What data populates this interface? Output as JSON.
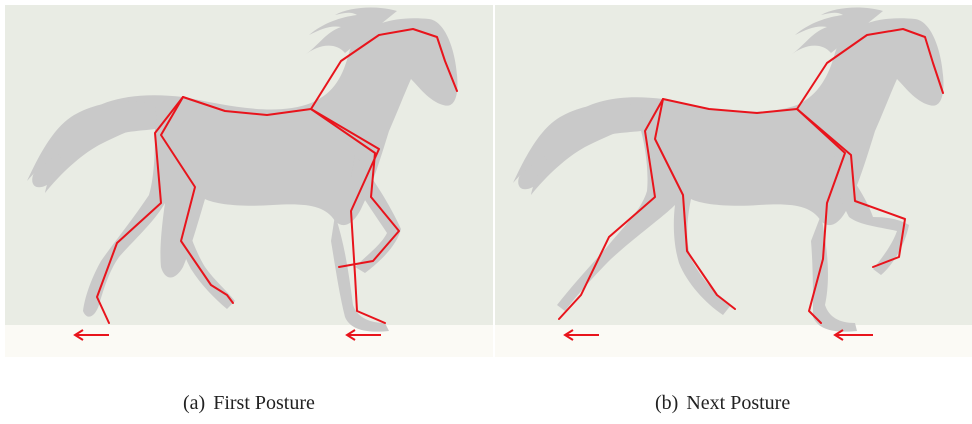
{
  "figure": {
    "colors": {
      "background": "#e9ece4",
      "ground": "#fbfaf5",
      "silhouette": "#c9c9c9",
      "skeleton": "#e8141c",
      "motion_arrow": "#e8141c",
      "caption_text": "#222222"
    },
    "panels": [
      {
        "id": "a",
        "tag": "(a)",
        "caption": "First Posture",
        "icons": [
          "horse-silhouette-icon",
          "skeleton-overlay",
          "left-arrow-icon",
          "left-arrow-icon"
        ]
      },
      {
        "id": "b",
        "tag": "(b)",
        "caption": "Next Posture",
        "icons": [
          "horse-silhouette-icon",
          "skeleton-overlay",
          "left-arrow-icon",
          "left-arrow-icon"
        ]
      }
    ]
  }
}
